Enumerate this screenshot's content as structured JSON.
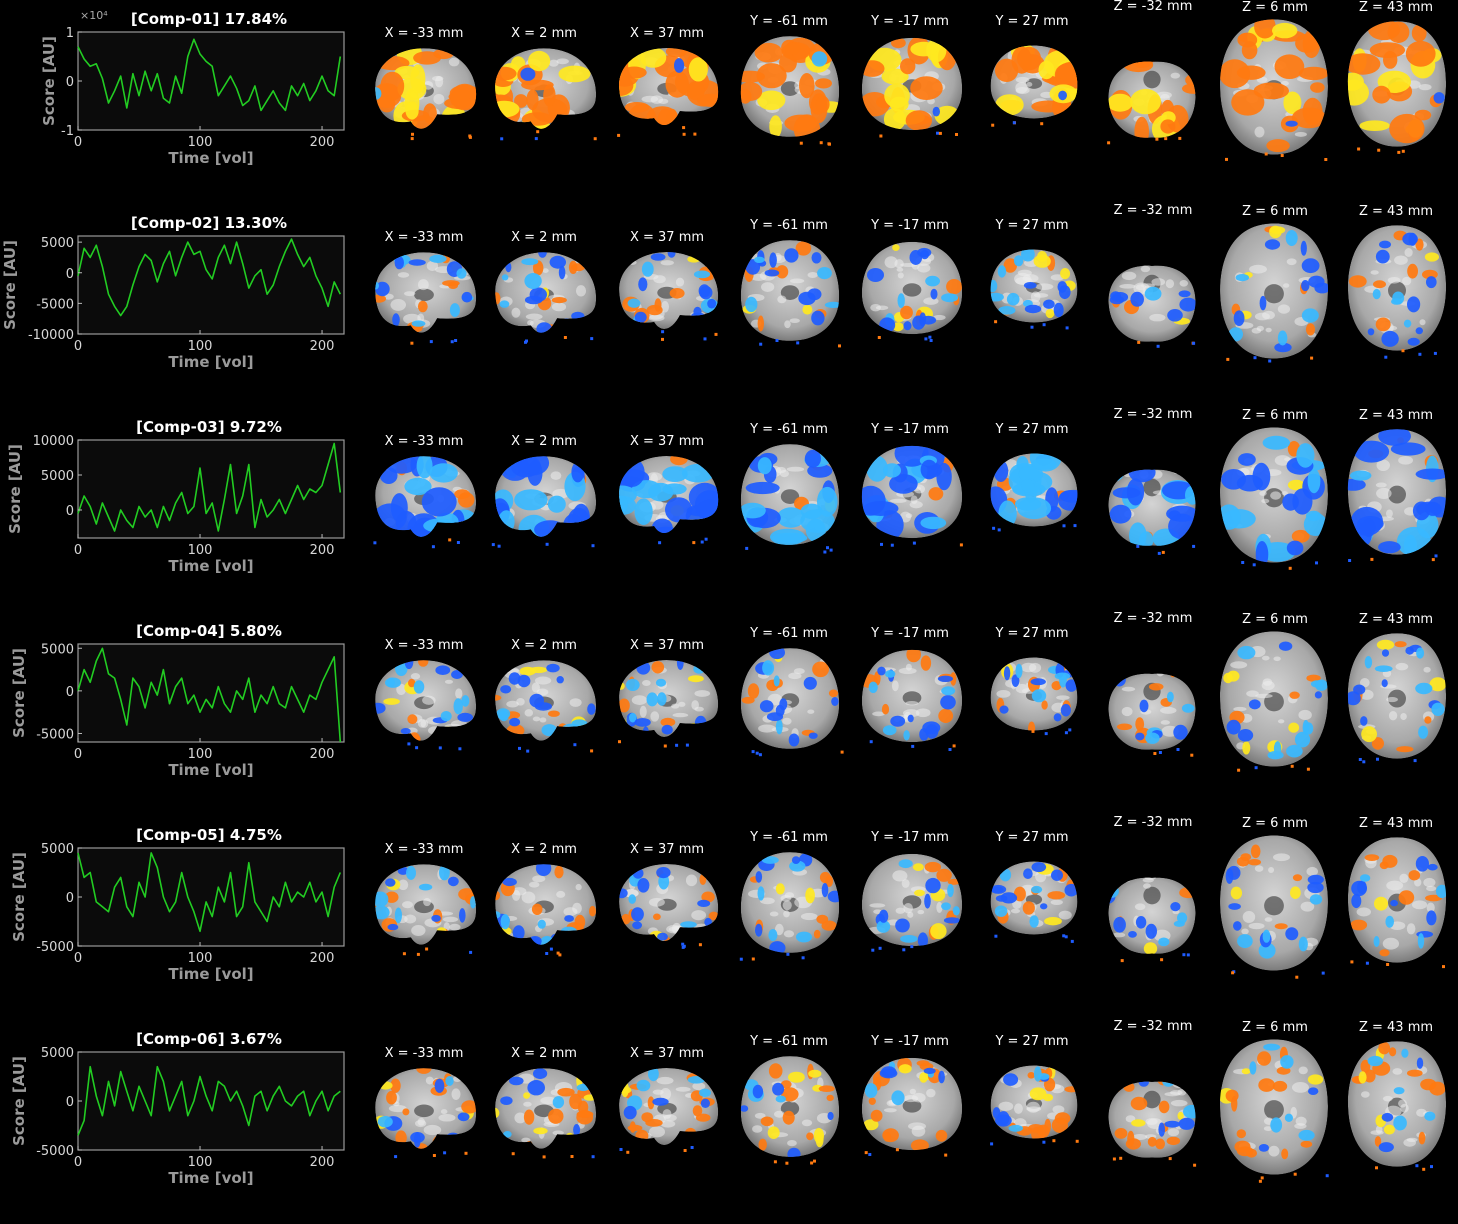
{
  "chart_data": [
    {
      "type": "line",
      "title": "[Comp-01] 17.84%",
      "xlabel": "Time [vol]",
      "ylabel": "Score [AU]",
      "xlim": [
        0,
        218
      ],
      "ylim": [
        -1,
        1
      ],
      "exponent": "×10⁴",
      "xticks": [
        0,
        100,
        200
      ],
      "yticks": [
        -1,
        0,
        1
      ],
      "ytick_labels": [
        "-1",
        "0",
        "1"
      ],
      "series_color": "#22cc22",
      "x": [
        0,
        5,
        10,
        15,
        20,
        25,
        30,
        35,
        40,
        45,
        50,
        55,
        60,
        65,
        70,
        75,
        80,
        85,
        90,
        95,
        100,
        105,
        110,
        115,
        120,
        125,
        130,
        135,
        140,
        145,
        150,
        155,
        160,
        165,
        170,
        175,
        180,
        185,
        190,
        195,
        200,
        205,
        210,
        215
      ],
      "y": [
        0.7,
        0.45,
        0.3,
        0.35,
        0.05,
        -0.45,
        -0.2,
        0.1,
        -0.55,
        0.15,
        -0.3,
        0.2,
        -0.2,
        0.15,
        -0.35,
        -0.45,
        0.1,
        -0.25,
        0.5,
        0.85,
        0.55,
        0.4,
        0.3,
        -0.3,
        -0.1,
        0.1,
        -0.15,
        -0.5,
        -0.4,
        -0.1,
        -0.6,
        -0.4,
        -0.2,
        -0.45,
        -0.6,
        -0.1,
        -0.3,
        -0.05,
        -0.4,
        -0.2,
        0.1,
        -0.2,
        -0.3,
        0.5
      ]
    },
    {
      "type": "line",
      "title": "[Comp-02] 13.30%",
      "xlabel": "Time [vol]",
      "ylabel": "Score [AU]",
      "xlim": [
        0,
        218
      ],
      "ylim": [
        -10000,
        6000
      ],
      "xticks": [
        0,
        100,
        200
      ],
      "yticks": [
        -10000,
        -5000,
        0,
        5000
      ],
      "ytick_labels": [
        "-10000",
        "-5000",
        "0",
        "5000"
      ],
      "series_color": "#22cc22",
      "x": [
        0,
        5,
        10,
        15,
        20,
        25,
        30,
        35,
        40,
        45,
        50,
        55,
        60,
        65,
        70,
        75,
        80,
        85,
        90,
        95,
        100,
        105,
        110,
        115,
        120,
        125,
        130,
        135,
        140,
        145,
        150,
        155,
        160,
        165,
        170,
        175,
        180,
        185,
        190,
        195,
        200,
        205,
        210,
        215
      ],
      "y": [
        -500,
        4000,
        2500,
        4500,
        1000,
        -3500,
        -5500,
        -7000,
        -5500,
        -2000,
        1000,
        3000,
        2000,
        -1500,
        1500,
        3500,
        -500,
        2500,
        5000,
        3000,
        3500,
        500,
        -1000,
        2500,
        4500,
        1500,
        5000,
        1500,
        -2500,
        -500,
        500,
        -3500,
        -2000,
        1000,
        3500,
        5500,
        3000,
        1000,
        2500,
        -500,
        -2500,
        -5500,
        -1500,
        -3500
      ]
    },
    {
      "type": "line",
      "title": "[Comp-03] 9.72%",
      "xlabel": "Time [vol]",
      "ylabel": "Score [AU]",
      "xlim": [
        0,
        218
      ],
      "ylim": [
        -4000,
        10000
      ],
      "xticks": [
        0,
        100,
        200
      ],
      "yticks": [
        0,
        5000,
        10000
      ],
      "ytick_labels": [
        "0",
        "5000",
        "10000"
      ],
      "series_color": "#22cc22",
      "x": [
        0,
        5,
        10,
        15,
        20,
        25,
        30,
        35,
        40,
        45,
        50,
        55,
        60,
        65,
        70,
        75,
        80,
        85,
        90,
        95,
        100,
        105,
        110,
        115,
        120,
        125,
        130,
        135,
        140,
        145,
        150,
        155,
        160,
        165,
        170,
        175,
        180,
        185,
        190,
        195,
        200,
        205,
        210,
        215
      ],
      "y": [
        -500,
        2000,
        500,
        -2000,
        1000,
        -1000,
        -3000,
        0,
        -1500,
        -2500,
        500,
        -1000,
        0,
        -2500,
        500,
        -1500,
        1000,
        2500,
        -500,
        500,
        6000,
        -500,
        1000,
        -3000,
        1500,
        6500,
        -500,
        2000,
        6500,
        -2500,
        1500,
        -1000,
        0,
        1500,
        -500,
        1500,
        3500,
        1500,
        3000,
        2500,
        3500,
        6500,
        9500,
        2500
      ]
    },
    {
      "type": "line",
      "title": "[Comp-04] 5.80%",
      "xlabel": "Time [vol]",
      "ylabel": "Score [AU]",
      "xlim": [
        0,
        218
      ],
      "ylim": [
        -6000,
        5500
      ],
      "xticks": [
        0,
        100,
        200
      ],
      "yticks": [
        -5000,
        0,
        5000
      ],
      "ytick_labels": [
        "-5000",
        "0",
        "5000"
      ],
      "series_color": "#22cc22",
      "x": [
        0,
        5,
        10,
        15,
        20,
        25,
        30,
        35,
        40,
        45,
        50,
        55,
        60,
        65,
        70,
        75,
        80,
        85,
        90,
        95,
        100,
        105,
        110,
        115,
        120,
        125,
        130,
        135,
        140,
        145,
        150,
        155,
        160,
        165,
        170,
        175,
        180,
        185,
        190,
        195,
        200,
        205,
        210,
        215
      ],
      "y": [
        0,
        2500,
        1000,
        3500,
        5000,
        2000,
        1500,
        -1000,
        -4000,
        1500,
        500,
        -2000,
        1000,
        -500,
        2500,
        -1500,
        500,
        1500,
        -1500,
        -500,
        -2500,
        -1000,
        -2000,
        500,
        -1500,
        -2500,
        0,
        -1000,
        1500,
        -2500,
        -500,
        -1500,
        500,
        -1500,
        -2000,
        500,
        -1000,
        -2500,
        -500,
        -1000,
        1000,
        2500,
        4000,
        -6000
      ]
    },
    {
      "type": "line",
      "title": "[Comp-05] 4.75%",
      "xlabel": "Time [vol]",
      "ylabel": "Score [AU]",
      "xlim": [
        0,
        218
      ],
      "ylim": [
        -5000,
        5000
      ],
      "xticks": [
        0,
        100,
        200
      ],
      "yticks": [
        -5000,
        0,
        5000
      ],
      "ytick_labels": [
        "-5000",
        "0",
        "5000"
      ],
      "series_color": "#22cc22",
      "x": [
        0,
        5,
        10,
        15,
        20,
        25,
        30,
        35,
        40,
        45,
        50,
        55,
        60,
        65,
        70,
        75,
        80,
        85,
        90,
        95,
        100,
        105,
        110,
        115,
        120,
        125,
        130,
        135,
        140,
        145,
        150,
        155,
        160,
        165,
        170,
        175,
        180,
        185,
        190,
        195,
        200,
        205,
        210,
        215
      ],
      "y": [
        4500,
        2000,
        2500,
        -500,
        -1000,
        -1500,
        1000,
        2000,
        -1000,
        -2000,
        1500,
        0,
        4500,
        3000,
        0,
        -1500,
        -500,
        2500,
        0,
        -1500,
        -3500,
        -500,
        -2000,
        1000,
        -500,
        2500,
        -2000,
        -1000,
        3500,
        -500,
        -1500,
        -2500,
        0,
        -1000,
        1500,
        -500,
        500,
        0,
        1500,
        -500,
        500,
        -2000,
        1000,
        2500
      ]
    },
    {
      "type": "line",
      "title": "[Comp-06] 3.67%",
      "xlabel": "Time [vol]",
      "ylabel": "Score [AU]",
      "xlim": [
        0,
        218
      ],
      "ylim": [
        -5000,
        5000
      ],
      "xticks": [
        0,
        100,
        200
      ],
      "yticks": [
        -5000,
        0,
        5000
      ],
      "ytick_labels": [
        "-5000",
        "0",
        "5000"
      ],
      "series_color": "#22cc22",
      "x": [
        0,
        5,
        10,
        15,
        20,
        25,
        30,
        35,
        40,
        45,
        50,
        55,
        60,
        65,
        70,
        75,
        80,
        85,
        90,
        95,
        100,
        105,
        110,
        115,
        120,
        125,
        130,
        135,
        140,
        145,
        150,
        155,
        160,
        165,
        170,
        175,
        180,
        185,
        190,
        195,
        200,
        205,
        210,
        215
      ],
      "y": [
        -3500,
        -2000,
        3500,
        500,
        -1500,
        2000,
        -500,
        3000,
        1000,
        -1000,
        1500,
        0,
        -1500,
        3500,
        2000,
        -1000,
        500,
        2000,
        -1500,
        0,
        2500,
        500,
        -1000,
        2000,
        1500,
        0,
        1000,
        -500,
        -2500,
        500,
        1000,
        -1000,
        500,
        1500,
        0,
        -500,
        500,
        1000,
        -1500,
        0,
        1000,
        -1000,
        500,
        1000
      ]
    }
  ],
  "slice_labels": [
    "X = -33 mm",
    "X = 2 mm",
    "X = 37 mm",
    "Y = -61 mm",
    "Y = -17 mm",
    "Y = 27 mm",
    "Z = -32 mm",
    "Z = 6 mm",
    "Z = 43 mm"
  ],
  "slice_views": [
    "sagittal",
    "sagittal",
    "sagittal",
    "coronal",
    "coronal",
    "coronal",
    "axial-low",
    "axial",
    "axial"
  ],
  "colors": {
    "positive_hot": "#ff7a10",
    "positive_yellow": "#ffe820",
    "negative_blue": "#1e5cff",
    "negative_cyan": "#38b8ff",
    "brain_gray": "#8c8c8c"
  },
  "overlay_maps": [
    {
      "component": "Comp-01",
      "hot": 0.85,
      "cold": 0.05
    },
    {
      "component": "Comp-02",
      "hot": 0.3,
      "cold": 0.55
    },
    {
      "component": "Comp-03",
      "hot": 0.12,
      "cold": 0.75
    },
    {
      "component": "Comp-04",
      "hot": 0.3,
      "cold": 0.55
    },
    {
      "component": "Comp-05",
      "hot": 0.35,
      "cold": 0.5
    },
    {
      "component": "Comp-06",
      "hot": 0.6,
      "cold": 0.3
    }
  ]
}
